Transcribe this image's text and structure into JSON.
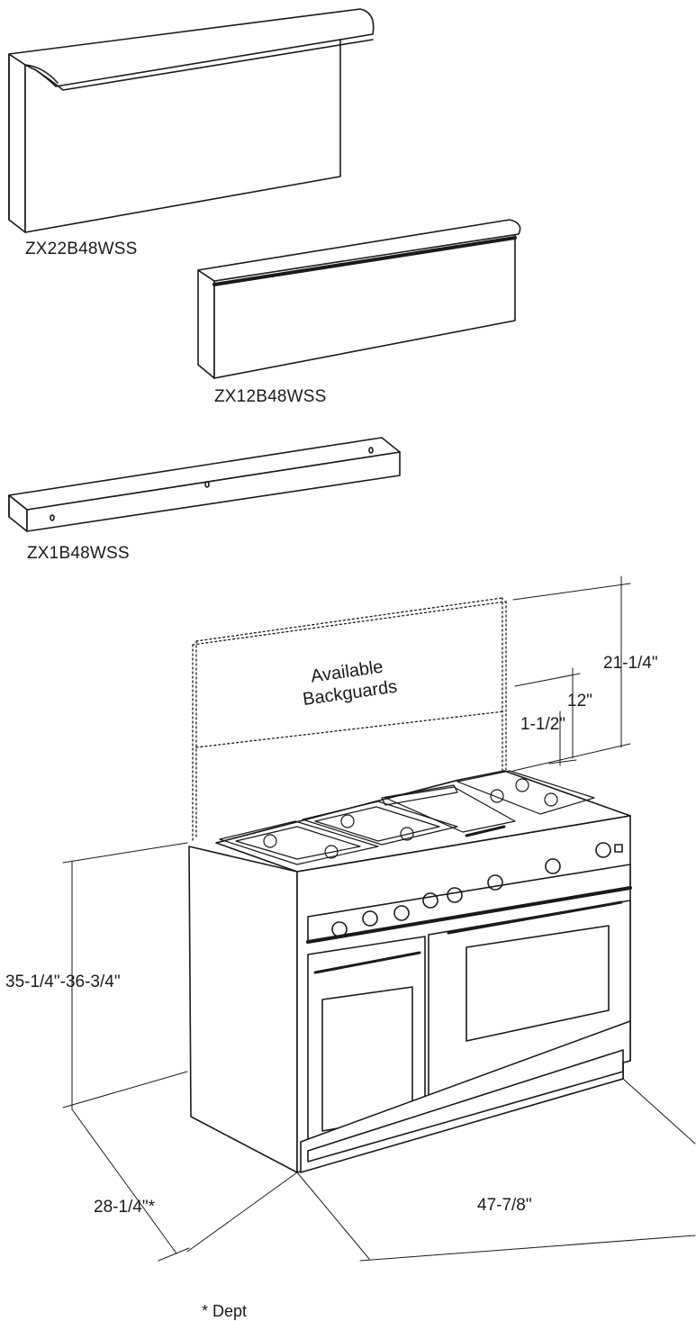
{
  "models": {
    "tall": "ZX22B48WSS",
    "mid": "ZX12B48WSS",
    "low": "ZX1B48WSS"
  },
  "backguard_label": {
    "line1": "Available",
    "line2": "Backguards"
  },
  "dimensions": {
    "tall_height": "21-1/4\"",
    "mid_height": "12\"",
    "low_height": "1-1/2\"",
    "range_height": "35-1/4\"-36-3/4\"",
    "depth": "28-1/4\"*",
    "width": "47-7/8\""
  },
  "footnote": "* Dept"
}
